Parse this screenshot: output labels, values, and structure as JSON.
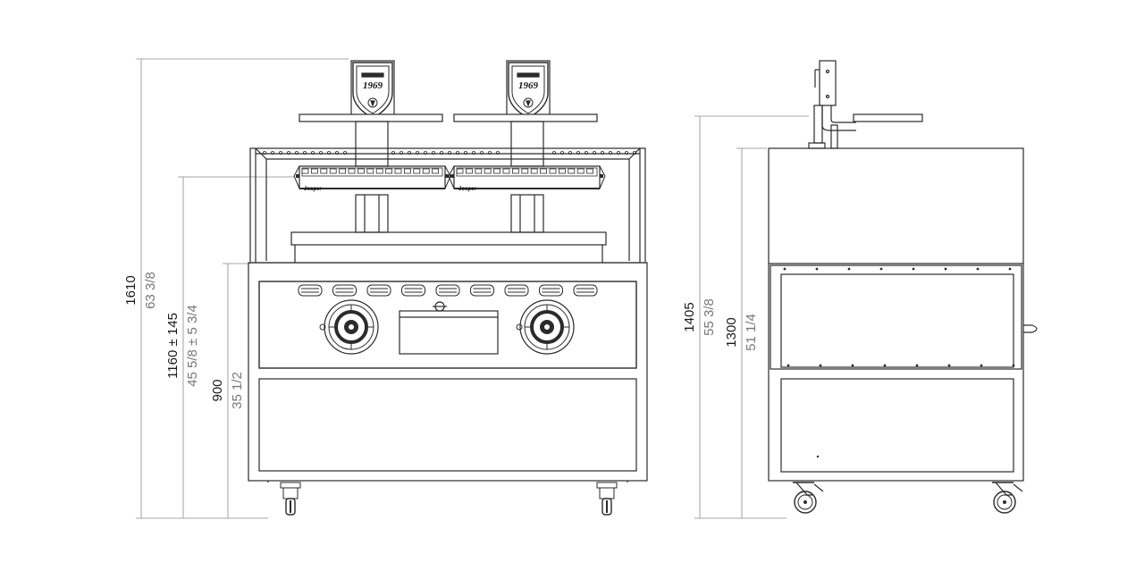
{
  "front_view": {
    "height_total": {
      "mm": "1610",
      "in": "63 3/8"
    },
    "height_grill": {
      "mm": "1160 ± 145",
      "in": "45 5/8 ± 5 3/4"
    },
    "height_counter": {
      "mm": "900",
      "in": "35 1/2"
    },
    "logo_year": "1969",
    "brand_label": "Josper"
  },
  "side_view": {
    "height_total": {
      "mm": "1405",
      "in": "55 3/8"
    },
    "height_body": {
      "mm": "1300",
      "in": "51 1/4"
    }
  },
  "colors": {
    "line": "#2b2b2b",
    "dim_line": "#8a8a8a",
    "dim_text_main": "#1a1a1a",
    "dim_text_sub": "#777777"
  }
}
